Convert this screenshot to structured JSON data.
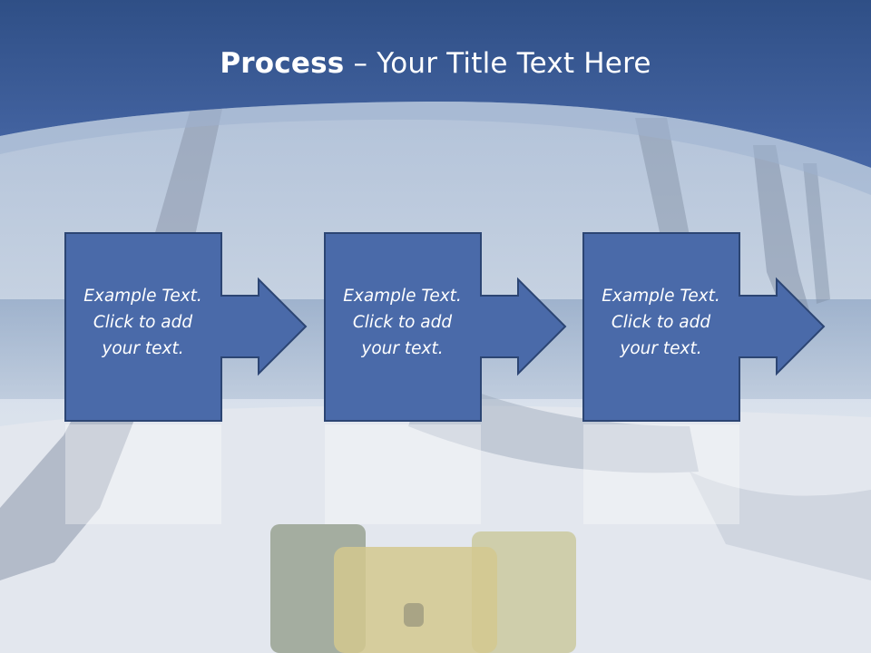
{
  "slide": {
    "title_bold": "Process",
    "title_rest": " – Your Title Text Here"
  },
  "steps": [
    {
      "text": "Example Text.\nClick  to add\nyour text."
    },
    {
      "text": "Example Text.\nClick  to add\nyour text."
    },
    {
      "text": "Example Text.\nClick  to add\nyour text."
    }
  ],
  "colors": {
    "header_blue": "#3d5f9c",
    "box_fill": "#4a6aa9",
    "box_border": "#2c4573"
  }
}
